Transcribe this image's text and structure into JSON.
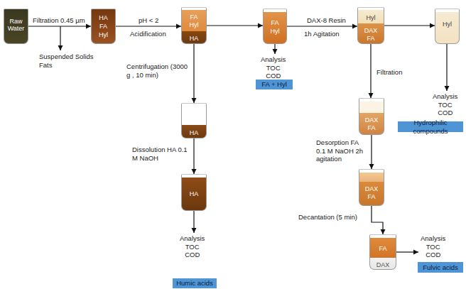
{
  "diagram": {
    "nodes": [
      {
        "text": [
          "Raw Water"
        ]
      },
      {
        "text": [
          "HA",
          "FA",
          "Hyl"
        ]
      },
      {
        "text": [
          "FA",
          "Hyl",
          "HA"
        ]
      },
      {
        "text": [
          "FA",
          "Hyl"
        ]
      },
      {
        "text": [
          "Hyl",
          "DAX",
          "FA"
        ]
      },
      {
        "text": [
          "Hyl"
        ]
      },
      {
        "text": [
          "FA + Hyl"
        ]
      },
      {
        "text": [
          "Hydrophilic compounds"
        ]
      },
      {
        "text": [
          "HA"
        ]
      },
      {
        "text": [
          "DAX",
          "FA"
        ]
      },
      {
        "text": [
          "DAX",
          "FA"
        ]
      },
      {
        "text": [
          "HA"
        ]
      },
      {
        "text": [
          "FA",
          "DAX"
        ]
      },
      {
        "text": [
          "Fulvic acids"
        ]
      },
      {
        "text": [
          "Humic acids"
        ]
      }
    ],
    "edges": [
      {
        "from": 0,
        "to": 1,
        "arrow": "to",
        "label": "Filtration 0.45 µm"
      },
      {
        "from": 1,
        "to": 2,
        "arrow": "to",
        "label": "pH < 2"
      },
      {
        "from": 2,
        "to": 3,
        "arrow": "to"
      },
      {
        "from": 2,
        "to": 8,
        "arrow": "to",
        "label": "Centrifugation (3000 g , 10 min)"
      },
      {
        "from": 8,
        "to": 11,
        "arrow": "to",
        "label": "Dissolution HA 0.1 M NaOH"
      },
      {
        "from": 3,
        "to": 4,
        "arrow": "to",
        "label": "DAX-8 Resin"
      },
      {
        "from": 4,
        "to": 5,
        "arrow": "to"
      },
      {
        "from": 4,
        "to": 9,
        "arrow": "to",
        "label": "Filtration"
      },
      {
        "from": 9,
        "to": 10,
        "arrow": "to",
        "label": "Desorption FA 0.1 M NaOH 2h agitation"
      },
      {
        "from": 10,
        "to": 12,
        "arrow": "to",
        "label": "Decantation (5 min)"
      }
    ],
    "labels": [
      "Suspended Solids Fats",
      "Acidification",
      "1h Agitation",
      "Analysis TOC COD",
      "Analysis TOC COD",
      "Analysis TOC COD",
      "Analysis TOC COD"
    ]
  }
}
